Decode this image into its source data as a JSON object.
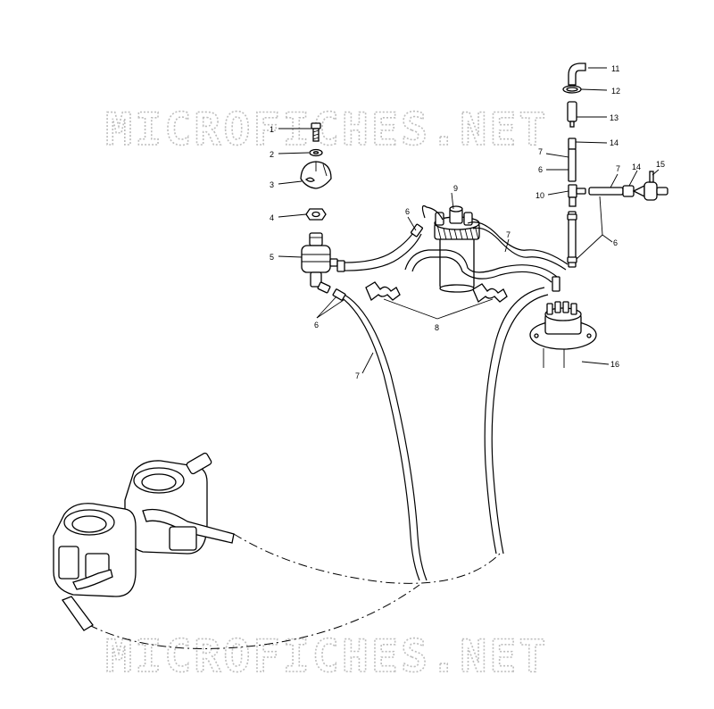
{
  "watermark": {
    "text": "MICROFICHES.NET"
  },
  "callouts": {
    "c1": "1",
    "c2": "2",
    "c3": "3",
    "c4": "4",
    "c5": "5",
    "c6a": "6",
    "c6b": "6",
    "c6c": "6",
    "c6d": "6",
    "c7a": "7",
    "c7b": "7",
    "c7c": "7",
    "c7d": "7",
    "c8": "8",
    "c9": "9",
    "c10": "10",
    "c11": "11",
    "c12": "12",
    "c13": "13",
    "c14a": "14",
    "c14b": "14",
    "c15": "15",
    "c16": "16"
  }
}
